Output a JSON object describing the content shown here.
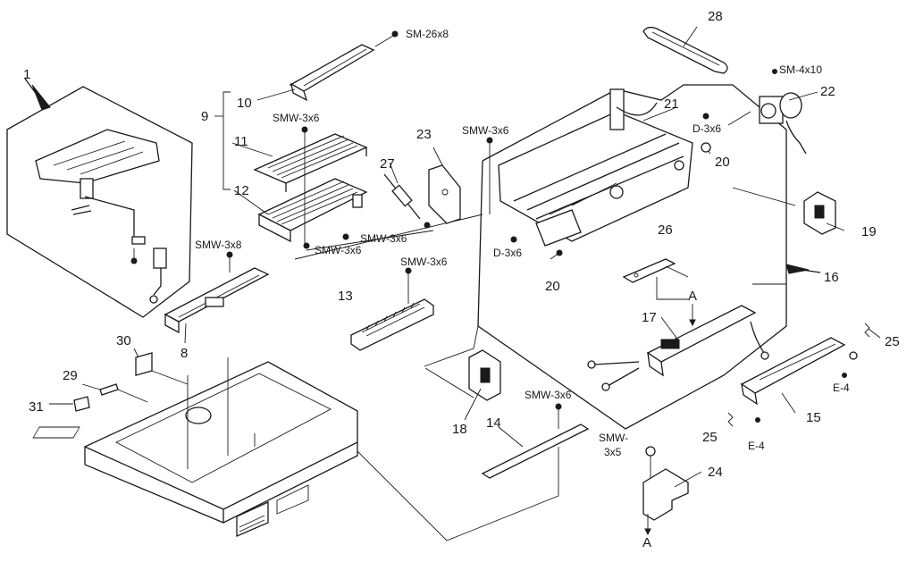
{
  "callouts": {
    "c1": "1",
    "c8": "8",
    "c9": "9",
    "c10": "10",
    "c11": "11",
    "c12": "12",
    "c13": "13",
    "c14": "14",
    "c15": "15",
    "c16": "16",
    "c17": "17",
    "c18": "18",
    "c19": "19",
    "c20a": "20",
    "c20b": "20",
    "c21": "21",
    "c22": "22",
    "c23": "23",
    "c24": "24",
    "c25a": "25",
    "c25b": "25",
    "c26": "26",
    "c27": "27",
    "c28": "28",
    "c29": "29",
    "c30": "30",
    "c31": "31",
    "cAtop": "A",
    "cAbot": "A"
  },
  "screws": {
    "sm26x8": "SM-26x8",
    "smw3x6_top": "SMW-3x6",
    "smw3x6_mid": "SMW-3x6",
    "smw3x6_right": "SMW-3x6",
    "smw3x6_lower": "SMW-3x6",
    "smw3x6_bottom": "SMW-3x6",
    "smw3x8": "SMW-3x8",
    "smw_5a": "SMW-",
    "smw_5b": "3x5",
    "d3x6_top": "D-3x6",
    "d3x6_bot": "D-3x6",
    "sm4x10": "SM-4x10",
    "e4a": "E-4",
    "e4b": "E-4"
  }
}
